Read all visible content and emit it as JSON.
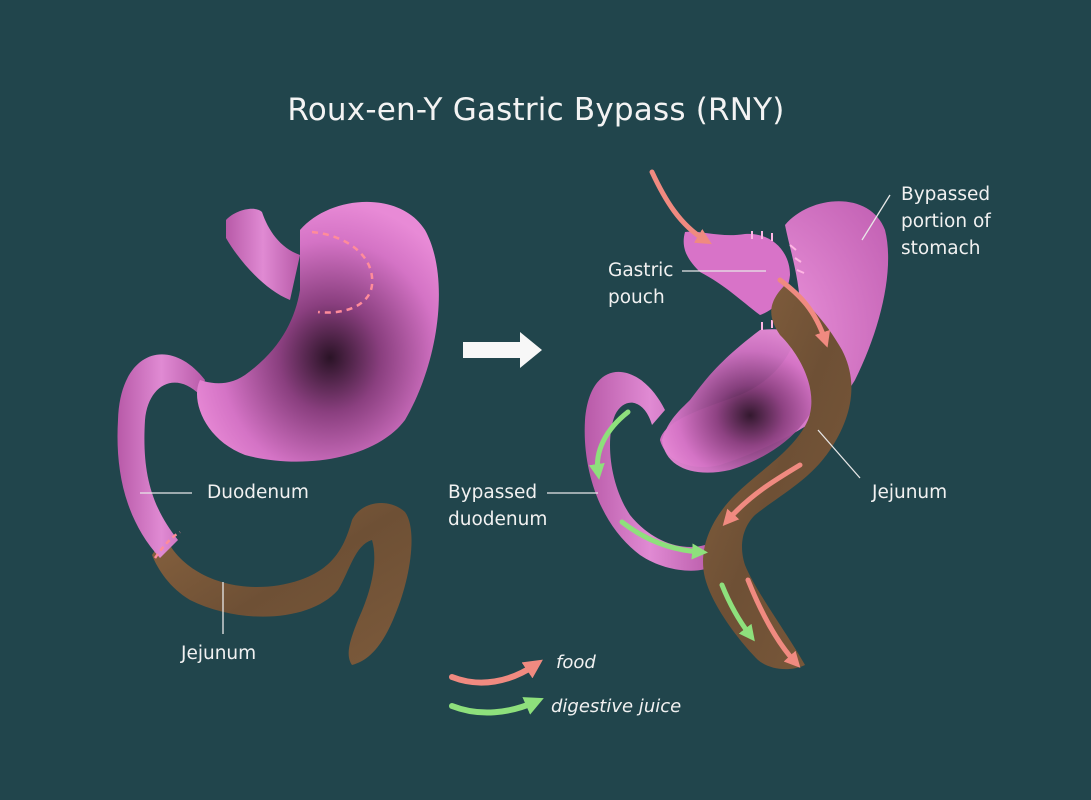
{
  "title": "Roux-en-Y Gastric Bypass (RNY)",
  "before": {
    "labels": {
      "duodenum": "Duodenum",
      "jejunum": "Jejunum"
    }
  },
  "after": {
    "labels": {
      "bypassed_stomach": [
        "Bypassed",
        "portion of",
        "stomach"
      ],
      "gastric_pouch": [
        "Gastric",
        "pouch"
      ],
      "bypassed_duodenum": [
        "Bypassed",
        "duodenum"
      ],
      "jejunum": "Jejunum"
    }
  },
  "legend": {
    "food": "food",
    "digestive_juice": "digestive juice"
  },
  "colors": {
    "background": "#21454c",
    "stomach_pink": "#d873c8",
    "jejunum_brown": "#7d5a3d",
    "food_arrow": "#f08a80",
    "digestive_juice_arrow": "#8ee07c",
    "text": "#f1f1f1",
    "cut_line": "#ff8c9a"
  }
}
